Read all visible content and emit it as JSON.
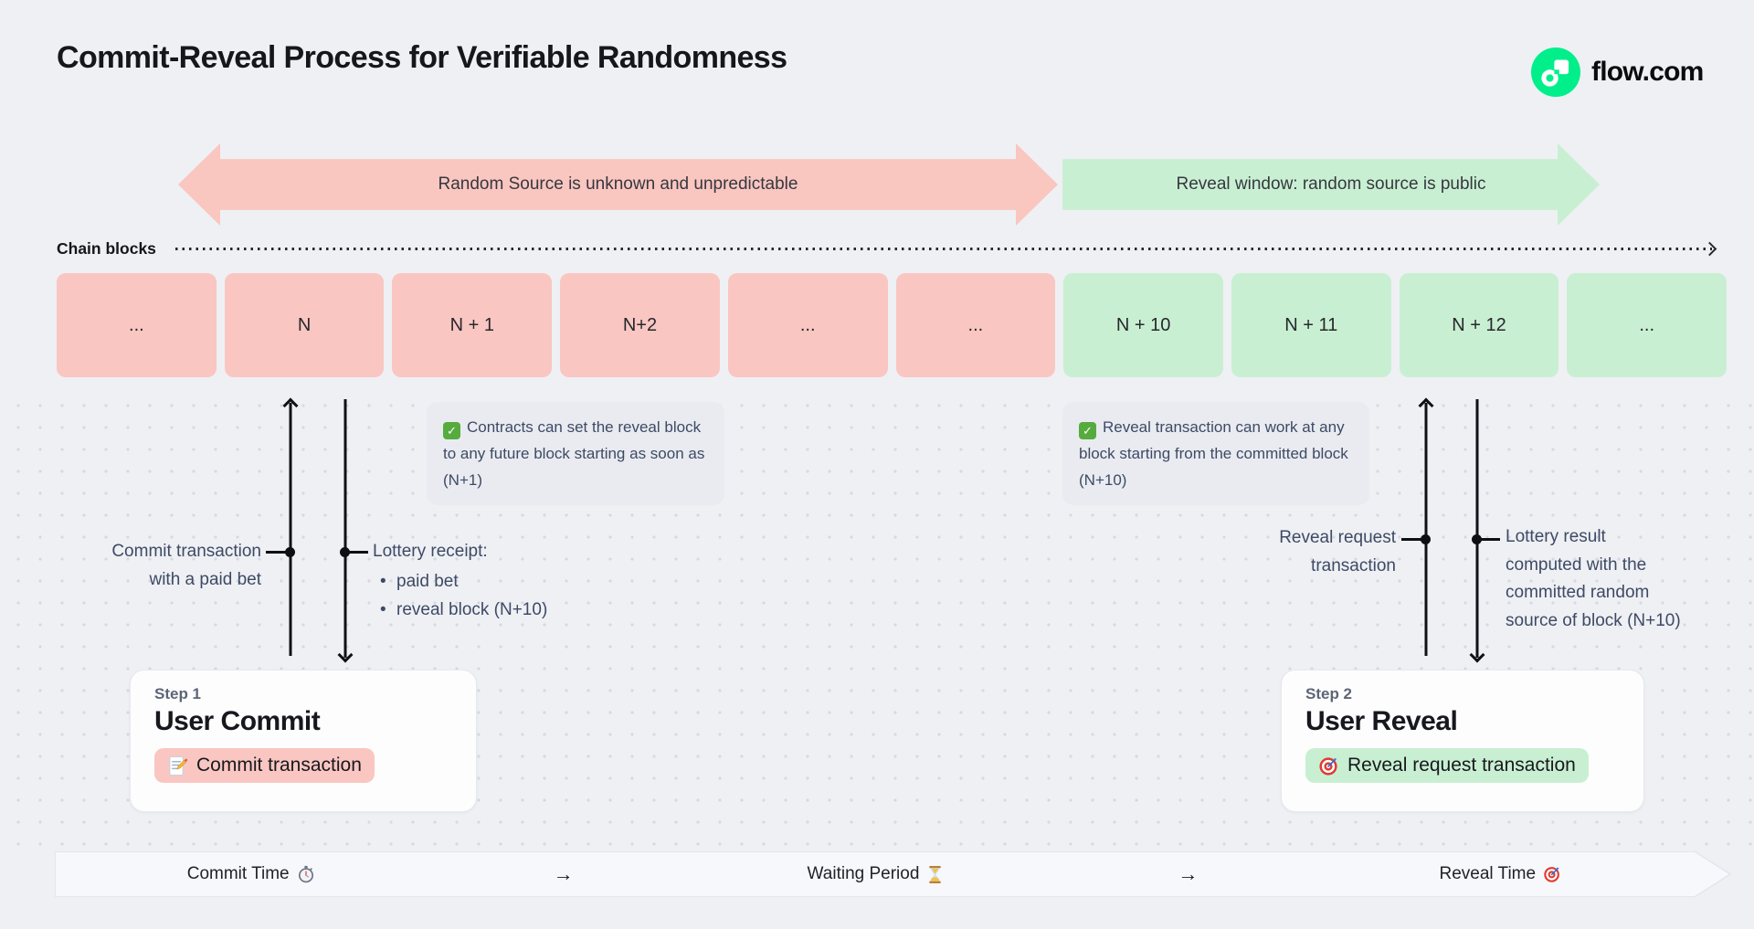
{
  "header": {
    "title": "Commit-Reveal Process for Verifiable Randomness",
    "brand": "flow.com"
  },
  "phases": {
    "commit_arrow": "Random Source is unknown and unpredictable",
    "reveal_arrow": "Reveal window: random source is public"
  },
  "chain": {
    "label": "Chain blocks",
    "blocks": [
      {
        "label": "...",
        "phase": "commit"
      },
      {
        "label": "N",
        "phase": "commit"
      },
      {
        "label": "N + 1",
        "phase": "commit"
      },
      {
        "label": "N+2",
        "phase": "commit"
      },
      {
        "label": "...",
        "phase": "commit"
      },
      {
        "label": "...",
        "phase": "commit"
      },
      {
        "label": "N + 10",
        "phase": "reveal"
      },
      {
        "label": "N + 11",
        "phase": "reveal"
      },
      {
        "label": "N + 12",
        "phase": "reveal"
      },
      {
        "label": "...",
        "phase": "reveal"
      }
    ]
  },
  "annotations": {
    "commit_note": "Contracts can set the reveal block to any future block starting as soon as (N+1)",
    "reveal_note": "Reveal transaction can work at any block starting from the committed block (N+10)"
  },
  "commit_flow": {
    "up_line1": "Commit transaction",
    "up_line2": "with a paid bet",
    "down_title": "Lottery receipt:",
    "down_bullet1": "paid bet",
    "down_bullet2": "reveal block (N+10)"
  },
  "reveal_flow": {
    "up_line1": "Reveal request",
    "up_line2": "transaction",
    "down_line1": "Lottery result",
    "down_line2": "computed with the",
    "down_line3": "committed random",
    "down_line4": "source of block (N+10)"
  },
  "steps": {
    "step1": {
      "eyebrow": "Step 1",
      "title": "User Commit",
      "badge": "Commit transaction"
    },
    "step2": {
      "eyebrow": "Step 2",
      "title": "User Reveal",
      "badge": "Reveal request transaction"
    }
  },
  "timeline": {
    "commit": "Commit Time",
    "arrow1": "→",
    "waiting": "Waiting Period",
    "arrow2": "→",
    "reveal": "Reveal Time"
  },
  "icons": {
    "check": "✅",
    "memo": "📝",
    "target": "🎯",
    "stopwatch": "⏱",
    "hourglass": "⏳",
    "checkmark_glyph": "✓"
  },
  "colors": {
    "flow_green": "#00EF8B",
    "commit_pink": "#FAC6C1",
    "reveal_green": "#C9EFD2",
    "background": "#EEF0F4"
  }
}
